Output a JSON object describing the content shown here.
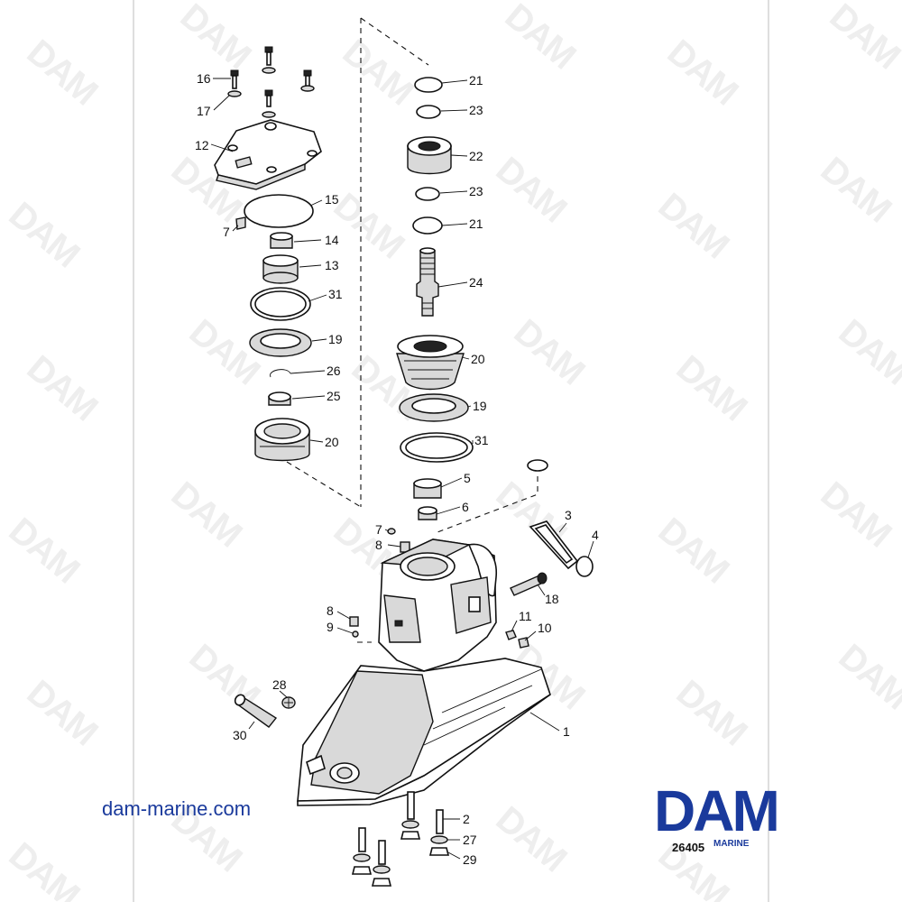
{
  "watermark": "DAM",
  "website": "dam-marine.com",
  "logo": {
    "name": "DAM",
    "sub": "MARINE"
  },
  "diagram_ref": "26405",
  "colors": {
    "brand": "#1a3a9c",
    "line": "#111111",
    "watermark": "#eeeeee"
  },
  "labels": {
    "l16": "16",
    "l17": "17",
    "l12": "12",
    "l15": "15",
    "l7a": "7",
    "l14": "14",
    "l13": "13",
    "l31a": "31",
    "l19a": "19",
    "l26": "26",
    "l25": "25",
    "l20a": "20",
    "l21a": "21",
    "l23a": "23",
    "l22": "22",
    "l23b": "23",
    "l21b": "21",
    "l24": "24",
    "l20b": "20",
    "l19b": "19",
    "l31b": "31",
    "l5": "5",
    "l6": "6",
    "l3": "3",
    "l4": "4",
    "l7b": "7",
    "l8a": "8",
    "l18": "18",
    "l8b": "8",
    "l9": "9",
    "l11": "11",
    "l10": "10",
    "l28": "28",
    "l30": "30",
    "l1": "1",
    "l2": "2",
    "l27": "27",
    "l29": "29"
  }
}
